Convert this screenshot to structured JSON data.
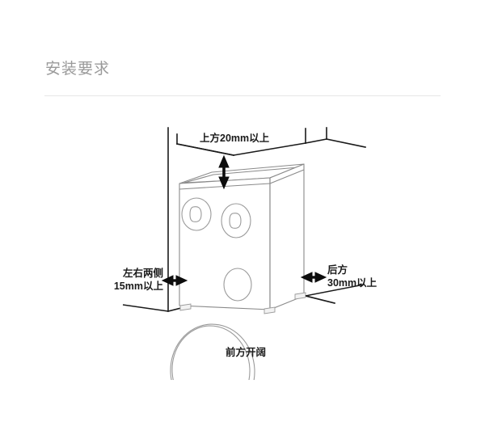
{
  "page": {
    "title": "安装要求",
    "background_color": "#ffffff",
    "title_color": "#9a9a9a",
    "divider_color": "#e6e6e6"
  },
  "diagram": {
    "name": "washing-machine-installation-clearance",
    "type": "isometric-line-drawing",
    "appliance": "washing machine",
    "line_color": "#808080",
    "annotation_color": "#1a1a1a",
    "clearances": [
      {
        "id": "top",
        "position": "above",
        "label_line_1": "上方20mm以上",
        "label_line_2": "",
        "value": "20mm",
        "qualifier": "以上",
        "arrow": "vertical-double-headed"
      },
      {
        "id": "sides",
        "position": "left-and-right",
        "label_line_1": "左右两侧",
        "label_line_2": "15mm以上",
        "value": "15mm",
        "qualifier": "以上",
        "arrow": "horizontal-double-headed"
      },
      {
        "id": "rear",
        "position": "behind",
        "label_line_1": "后方",
        "label_line_2": "30mm以上",
        "value": "30mm",
        "qualifier": "以上",
        "arrow": "horizontal-double-headed"
      },
      {
        "id": "front",
        "position": "in-front",
        "label_line_1": "前方开阔",
        "label_line_2": "",
        "value": "",
        "qualifier": "开阔",
        "arrow": "none"
      }
    ]
  }
}
